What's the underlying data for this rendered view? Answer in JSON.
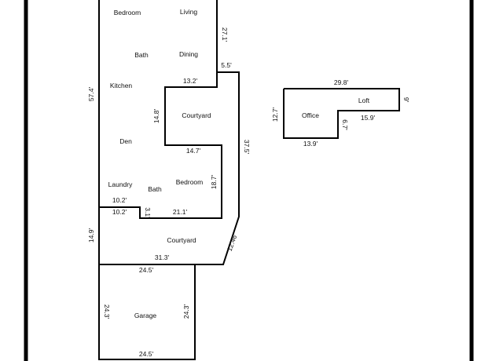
{
  "rooms": {
    "bedroom_north": "Bedroom",
    "living": "Living",
    "bath_north": "Bath",
    "dining": "Dining",
    "kitchen": "Kitchen",
    "courtyard_inner": "Courtyard",
    "den": "Den",
    "laundry": "Laundry",
    "bath_south": "Bath",
    "bedroom_south": "Bedroom",
    "courtyard_south": "Courtyard",
    "garage": "Garage",
    "office": "Office",
    "loft": "Loft"
  },
  "dimensions": {
    "d_27_1": "27.1'",
    "d_5_5": "5.5'",
    "d_13_2": "13.2'",
    "d_57_4": "57.4'",
    "d_14_8": "14.8'",
    "d_37_5": "37.5'",
    "d_14_7": "14.7'",
    "d_18_7": "18.7'",
    "d_10_2_upper": "10.2'",
    "d_10_2_lower": "10.2'",
    "d_3_1": "3.1'",
    "d_21_1": "21.1'",
    "d_14_9": "14.9'",
    "d_12_46": "12.46'",
    "d_31_3": "31.3'",
    "d_24_5_top": "24.5'",
    "d_24_3_left": "24.3'",
    "d_24_3_right": "24.3'",
    "d_24_5_bottom": "24.5'",
    "d_29_8": "29.8'",
    "d_9": "9'",
    "d_12_7": "12.7'",
    "d_15_9": "15.9'",
    "d_6_7": "6.7'",
    "d_13_9": "13.9'"
  }
}
